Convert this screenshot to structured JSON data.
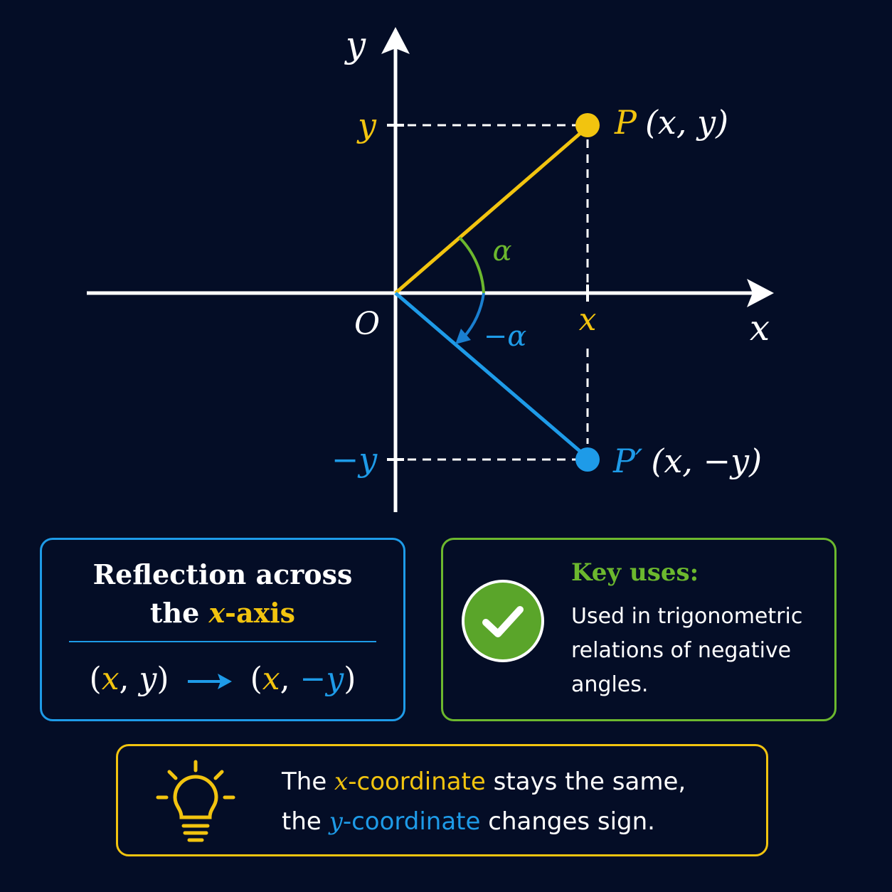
{
  "diagram": {
    "axis_x_label": "x",
    "axis_y_label": "y",
    "origin_label": "O",
    "tick_y_pos": "y",
    "tick_y_neg": "−y",
    "tick_x": "x",
    "angle_pos": "α",
    "angle_neg": "−α",
    "point_p": {
      "name": "P",
      "coords": "(x, y)"
    },
    "point_p_prime": {
      "name": "P′",
      "coords": "(x, −y)"
    },
    "colors": {
      "point_p": "#f2c40f",
      "point_p_prime": "#1e9be8",
      "angle_arc": "#6cb82e",
      "axes": "#ffffff",
      "background": "#040d26"
    }
  },
  "reflection_box": {
    "title_line1": "Reflection across",
    "title_line2_pre": "the ",
    "title_line2_var": "x",
    "title_line2_post": "-axis",
    "map_left": {
      "open": "(",
      "x": "x",
      "sep": ", ",
      "y": "y",
      "close": ")"
    },
    "map_right": {
      "open": "(",
      "x": "x",
      "sep": ", ",
      "y": "−y",
      "close": ")"
    }
  },
  "uses_box": {
    "title": "Key uses:",
    "text": "Used in trigonometric relations of negative angles.",
    "icon": "check-icon"
  },
  "tip_box": {
    "icon": "lightbulb-icon",
    "line1_pre": "The ",
    "line1_var": "x",
    "line1_highlight": "-coordinate",
    "line1_post": " stays the same,",
    "line2_pre": "the ",
    "line2_var": "y",
    "line2_highlight": "-coordinate",
    "line2_post": " changes sign."
  }
}
